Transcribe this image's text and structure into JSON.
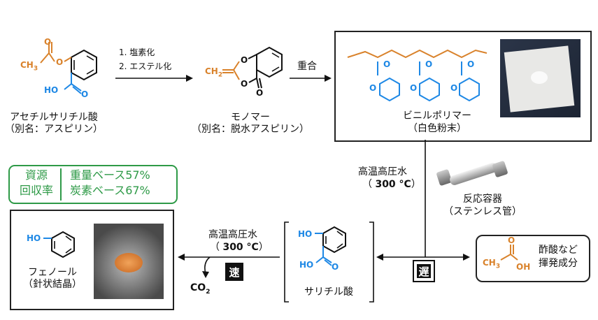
{
  "aspirin": {
    "name": "アセチルサリチル酸",
    "alias": "（別名：アスピリン）"
  },
  "step1": {
    "line1": "1. 塩素化",
    "line2": "2. エステル化"
  },
  "monomer": {
    "name": "モノマー",
    "alias": "（別名：脱水アスピリン）"
  },
  "polymerization": {
    "label": "重合"
  },
  "polymer": {
    "name": "ビニルポリマー",
    "desc": "（白色粉末）"
  },
  "water_top": {
    "line1": "高温高圧水",
    "line2_pre": "（ ",
    "line2_temp": "300 °C",
    "line2_post": "）"
  },
  "vessel": {
    "name": "反応容器",
    "desc": "（ステンレス管）"
  },
  "recovery": {
    "left": [
      "資源",
      "回収率"
    ],
    "right": [
      "重量ベース57%",
      "炭素ベース67%"
    ]
  },
  "water_bottom": {
    "line1": "高温高圧水",
    "line2_pre": "（ ",
    "line2_temp": "300 °C",
    "line2_post": "）"
  },
  "fast": {
    "label": "速"
  },
  "slow": {
    "label": "遅"
  },
  "co2": {
    "label": "CO",
    "sub": "2"
  },
  "phenol": {
    "name": "フェノール",
    "desc": "（針状結晶）"
  },
  "salicylic": {
    "name": "サリチル酸"
  },
  "acetic": {
    "line1": "酢酸など",
    "line2": "揮発成分"
  },
  "atoms": {
    "CH3": "CH",
    "three": "3",
    "O": "O",
    "OH": "OH",
    "HO": "HO",
    "CH2": "CH"
  },
  "colors": {
    "blue": "#1e88e5",
    "orange": "#d9822b",
    "green": "#2e9a47",
    "black": "#111111"
  }
}
